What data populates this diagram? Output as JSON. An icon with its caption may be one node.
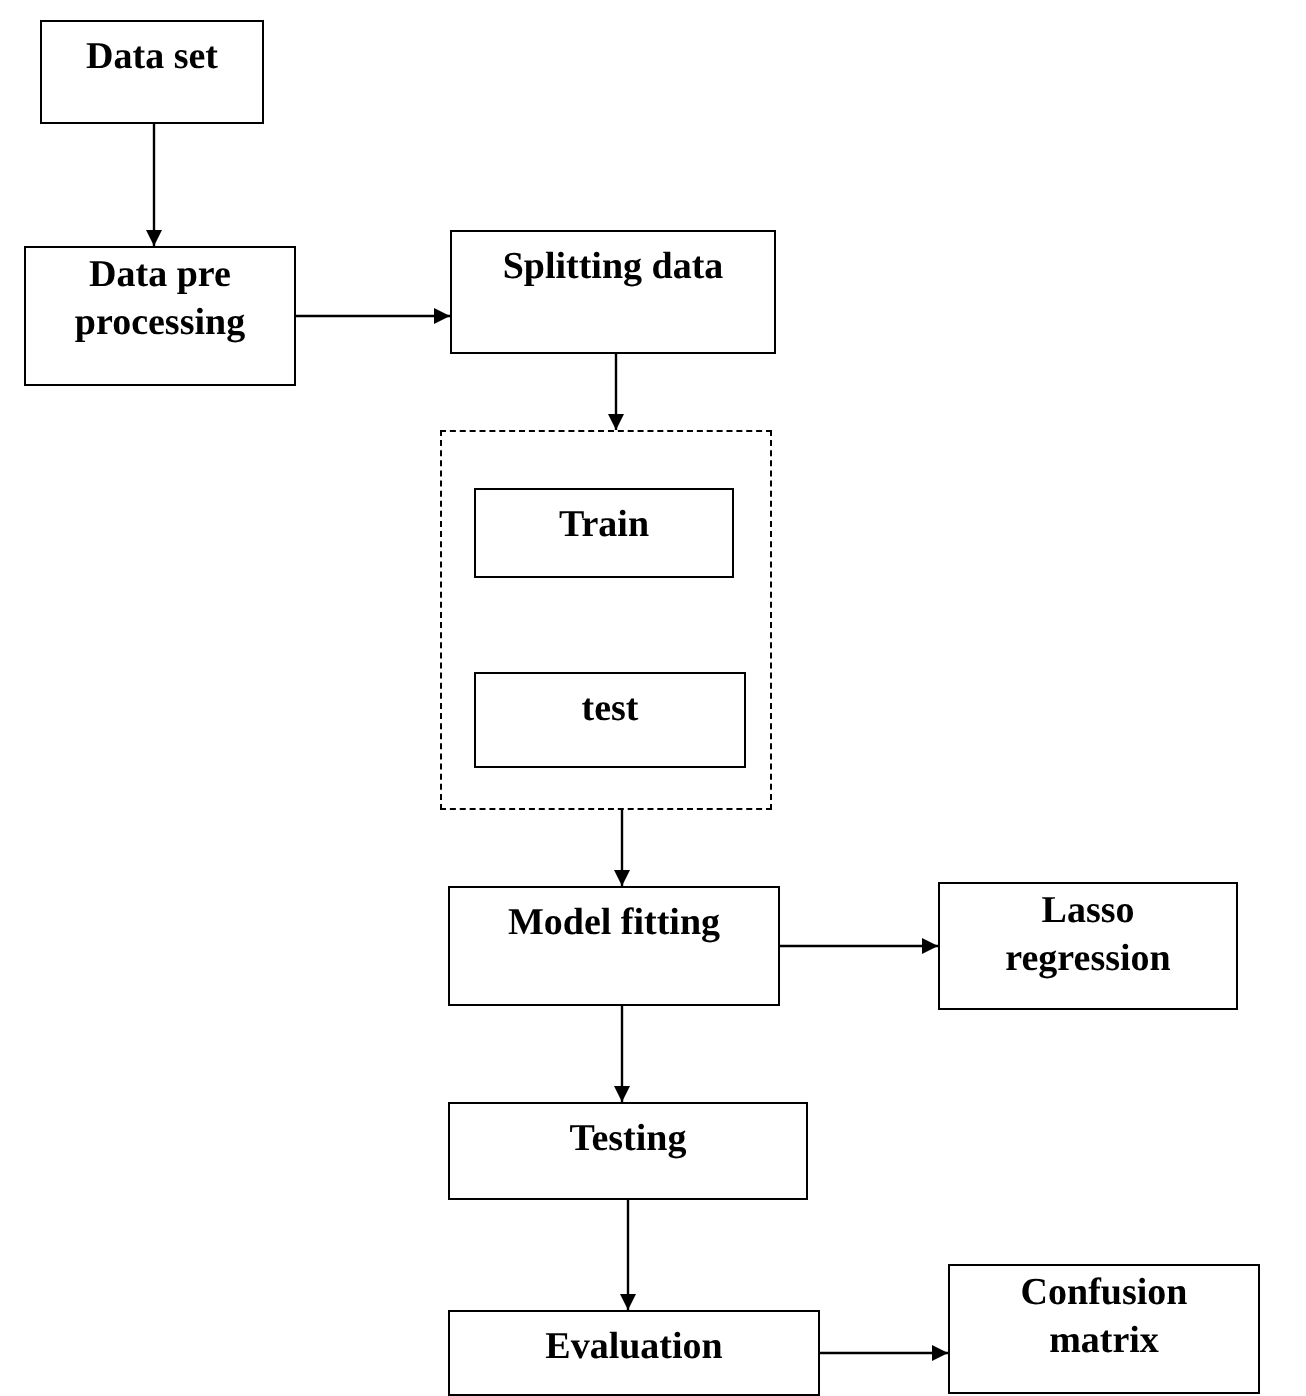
{
  "diagram": {
    "nodes": [
      {
        "text": [
          "Data set"
        ]
      },
      {
        "text": [
          "Data pre processing"
        ]
      },
      {
        "text": [
          "Splitting data"
        ]
      },
      {
        "text": [],
        "shape": "box"
      },
      {
        "text": [
          "Train"
        ],
        "in": 3
      },
      {
        "text": [
          "test"
        ],
        "in": 3
      },
      {
        "text": [
          "Model fitting"
        ]
      },
      {
        "text": [
          "Lasso regression"
        ]
      },
      {
        "text": [
          "Testing"
        ]
      },
      {
        "text": [
          "Evaluation"
        ]
      },
      {
        "text": [
          "Confusion matrix"
        ]
      }
    ],
    "edges": [
      {
        "from": 0,
        "to": 1,
        "arrow": "to"
      },
      {
        "from": 1,
        "to": 2,
        "arrow": "to"
      },
      {
        "from": 2,
        "to": 3,
        "arrow": "to"
      },
      {
        "from": 3,
        "to": 6,
        "arrow": "to"
      },
      {
        "from": 6,
        "to": 7,
        "arrow": "to"
      },
      {
        "from": 6,
        "to": 8,
        "arrow": "to"
      },
      {
        "from": 8,
        "to": 9,
        "arrow": "to"
      },
      {
        "from": 9,
        "to": 10,
        "arrow": "to"
      }
    ]
  }
}
